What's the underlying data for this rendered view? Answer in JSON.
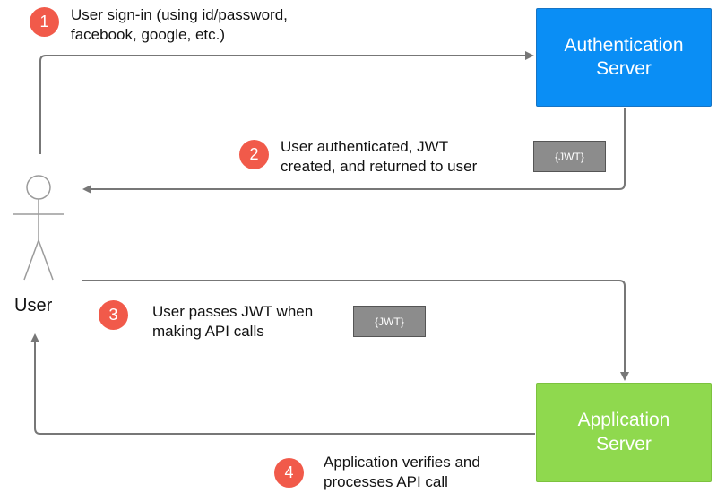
{
  "colors": {
    "auth_server": "#0a8ef5",
    "app_server": "#8fd94e",
    "badge": "#f15a4a",
    "token": "#8c8c8c",
    "arrow": "#777777",
    "user_figure": "#9b9b9b"
  },
  "user": {
    "label": "User",
    "icon": "stick-figure-user-icon"
  },
  "servers": {
    "auth": {
      "label": "Authentication\nServer"
    },
    "app": {
      "label": "Application\nServer"
    }
  },
  "steps": [
    {
      "number": "1",
      "text": "User sign-in (using id/password,\nfacebook, google, etc.)"
    },
    {
      "number": "2",
      "text": "User authenticated, JWT\ncreated, and returned to user"
    },
    {
      "number": "3",
      "text": "User passes JWT when\nmaking API calls"
    },
    {
      "number": "4",
      "text": "Application verifies and\nprocesses API call"
    }
  ],
  "tokens": {
    "returned": "{JWT}",
    "passed": "{JWT}"
  }
}
